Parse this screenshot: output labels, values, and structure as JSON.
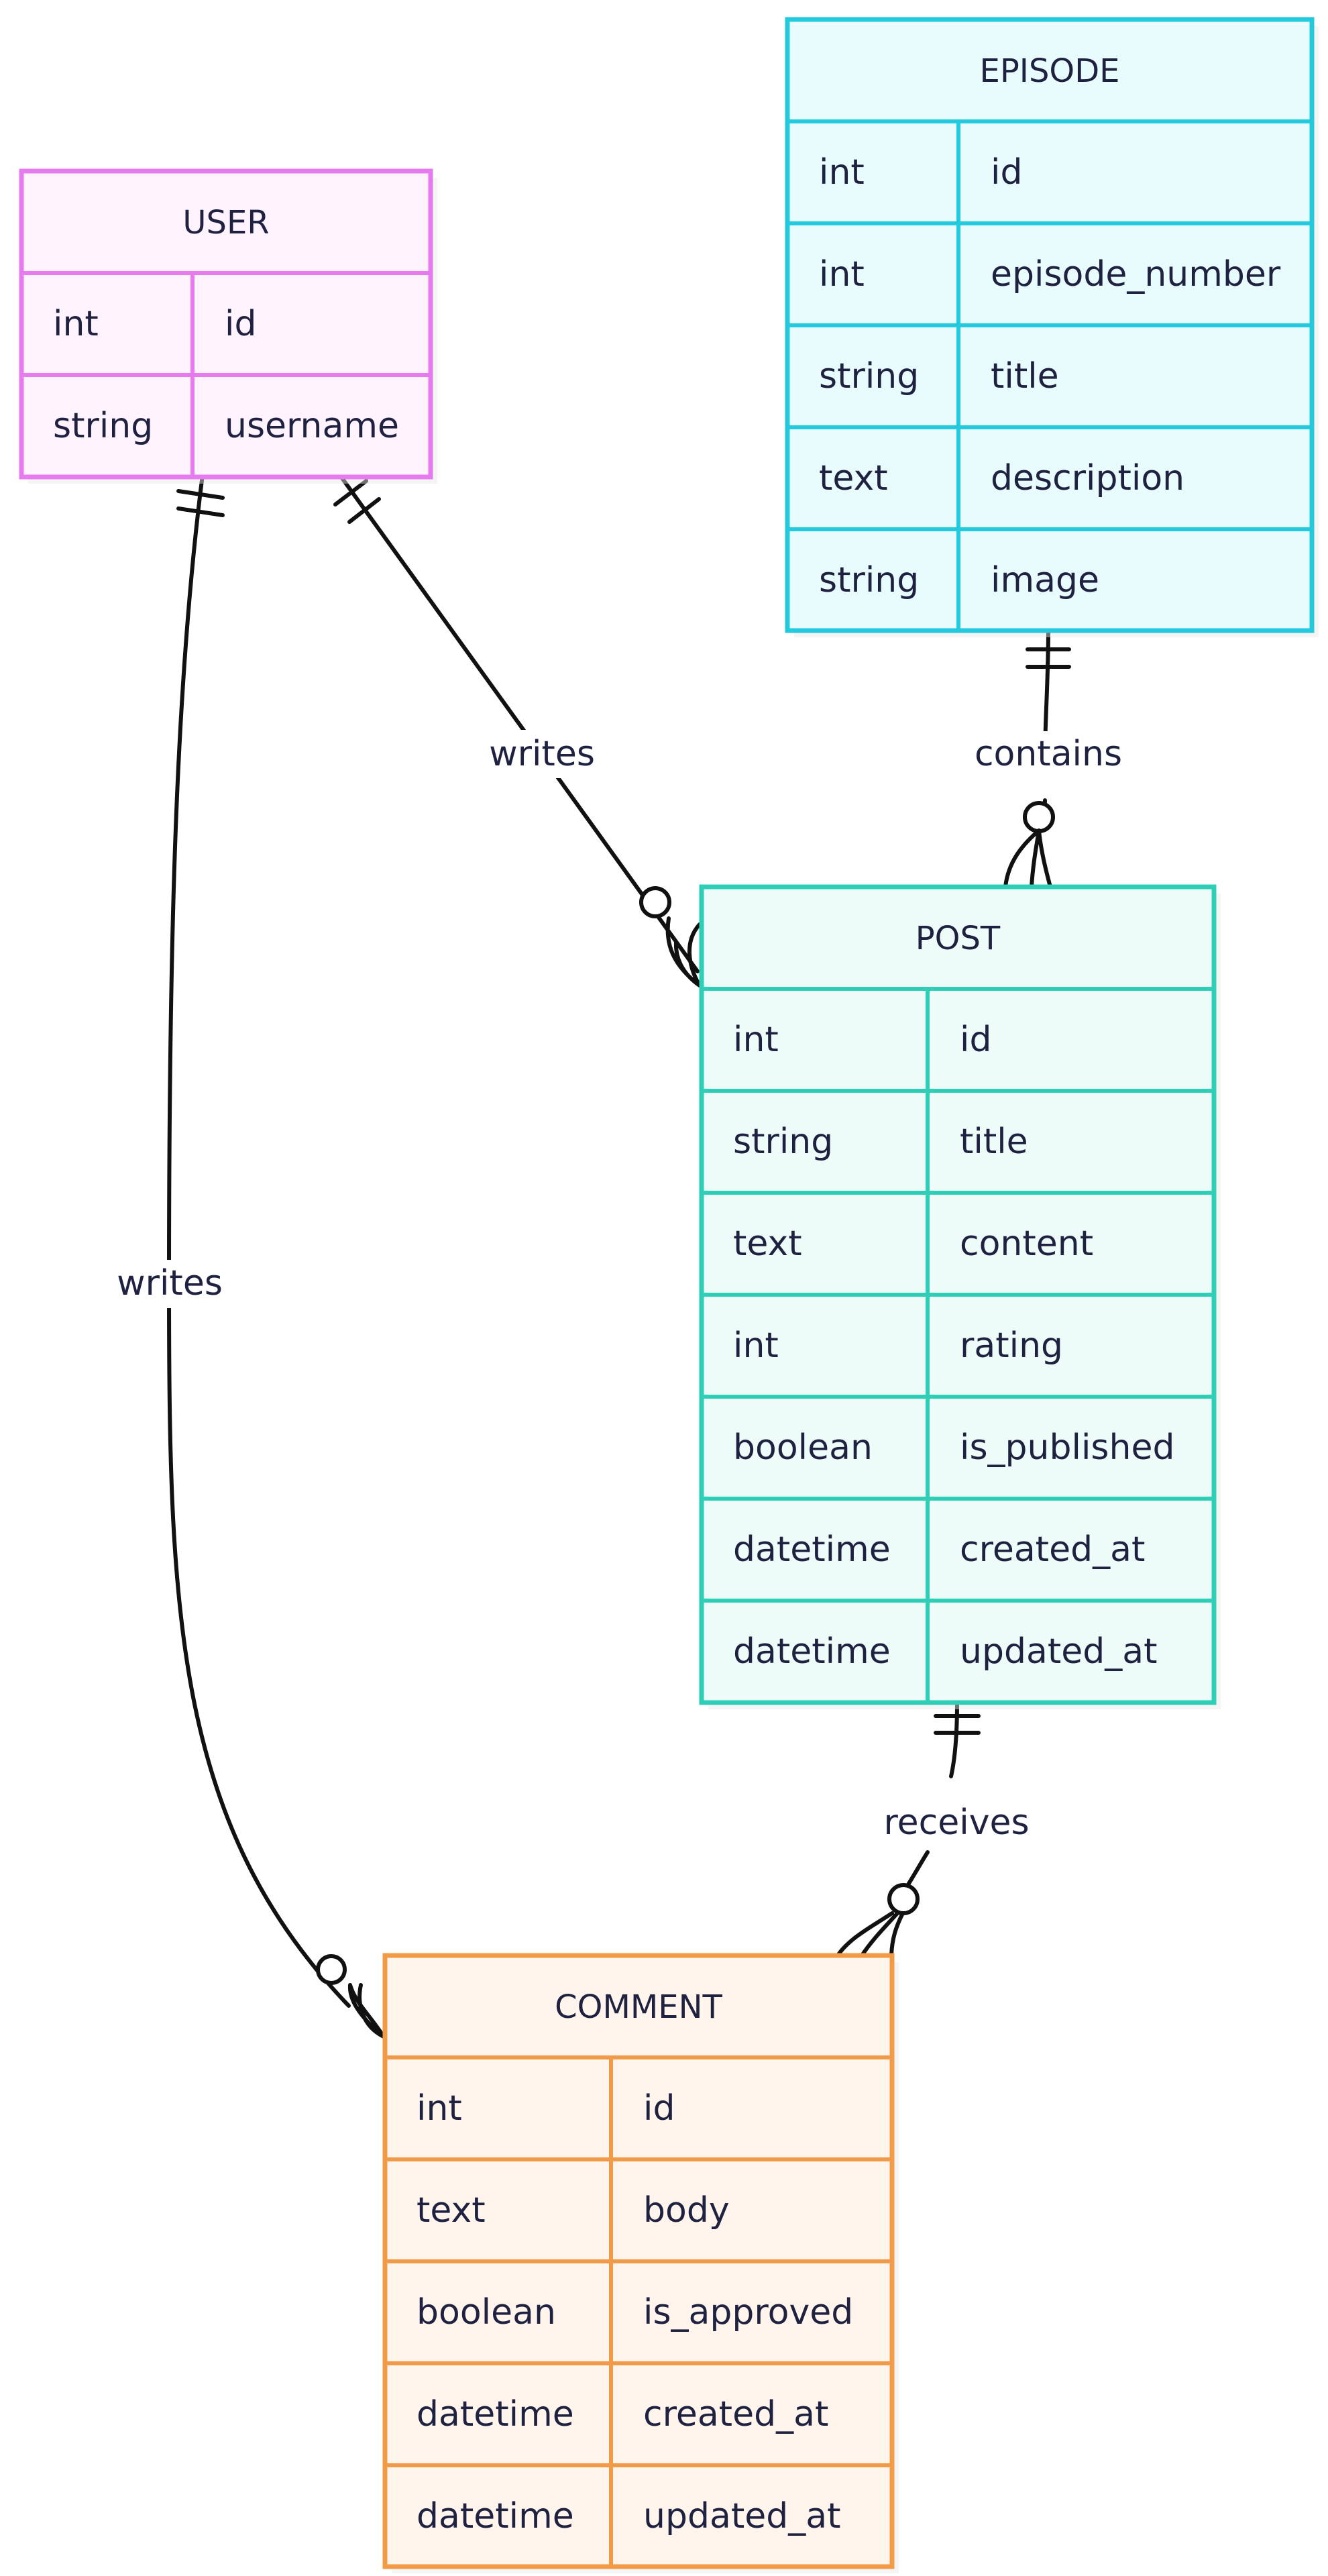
{
  "entities": {
    "user": {
      "name": "USER",
      "colors": {
        "border": "#e67bf0",
        "fill": "#fff3fe"
      },
      "rows": [
        {
          "type": "int",
          "name": "id"
        },
        {
          "type": "string",
          "name": "username"
        }
      ]
    },
    "episode": {
      "name": "EPISODE",
      "colors": {
        "border": "#23c9dc",
        "fill": "#e9fcfd"
      },
      "rows": [
        {
          "type": "int",
          "name": "id"
        },
        {
          "type": "int",
          "name": "episode_number"
        },
        {
          "type": "string",
          "name": "title"
        },
        {
          "type": "text",
          "name": "description"
        },
        {
          "type": "string",
          "name": "image"
        }
      ]
    },
    "post": {
      "name": "POST",
      "colors": {
        "border": "#2ecfb6",
        "fill": "#eefcf9"
      },
      "rows": [
        {
          "type": "int",
          "name": "id"
        },
        {
          "type": "string",
          "name": "title"
        },
        {
          "type": "text",
          "name": "content"
        },
        {
          "type": "int",
          "name": "rating"
        },
        {
          "type": "boolean",
          "name": "is_published"
        },
        {
          "type": "datetime",
          "name": "created_at"
        },
        {
          "type": "datetime",
          "name": "updated_at"
        }
      ]
    },
    "comment": {
      "name": "COMMENT",
      "colors": {
        "border": "#f29a45",
        "fill": "#fff5ec"
      },
      "rows": [
        {
          "type": "int",
          "name": "id"
        },
        {
          "type": "text",
          "name": "body"
        },
        {
          "type": "boolean",
          "name": "is_approved"
        },
        {
          "type": "datetime",
          "name": "created_at"
        },
        {
          "type": "datetime",
          "name": "updated_at"
        }
      ]
    }
  },
  "relationships": [
    {
      "id": "user-writes-post",
      "from": "USER",
      "to": "POST",
      "label": "writes",
      "cardinality": "one-to-zero-or-many"
    },
    {
      "id": "user-writes-comment",
      "from": "USER",
      "to": "COMMENT",
      "label": "writes",
      "cardinality": "one-to-zero-or-many"
    },
    {
      "id": "episode-contains-post",
      "from": "EPISODE",
      "to": "POST",
      "label": "contains",
      "cardinality": "one-to-zero-or-many"
    },
    {
      "id": "post-receives-comment",
      "from": "POST",
      "to": "COMMENT",
      "label": "receives",
      "cardinality": "one-to-zero-or-many"
    }
  ],
  "colors": {
    "edge": "#111111",
    "text": "#1f2140"
  }
}
